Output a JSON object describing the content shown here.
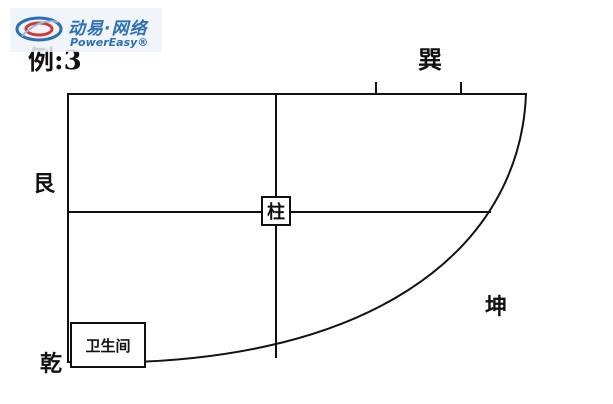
{
  "title": "例:3",
  "directions": {
    "xun": "巽",
    "gen": "艮",
    "kun": "坤",
    "qian": "乾"
  },
  "rooms": {
    "pillar": "柱",
    "bathroom": "卫生间"
  },
  "watermark": {
    "cn": "动易·网络",
    "en": "PowerEasy®"
  },
  "colors": {
    "line": "#111111",
    "logo_blue": "#2b6fb6",
    "logo_red": "#d23a3a"
  }
}
